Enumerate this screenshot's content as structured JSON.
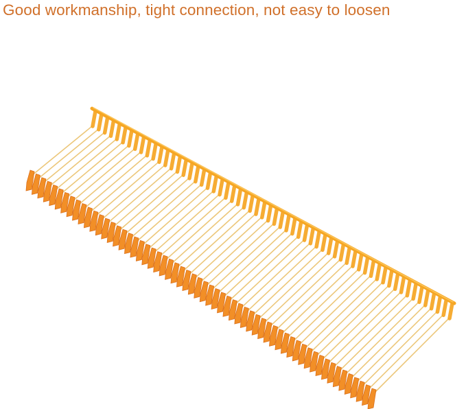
{
  "caption": "Good workmanship, tight connection, not easy to loosen",
  "product": {
    "subject": "plastic tag pins / barbs on a runner strip",
    "pin_count": 60,
    "colors": {
      "caption": "#d0702a",
      "runner": "#f6a623",
      "filament": "#ecc77a",
      "t_end": "#f28a1c",
      "t_end_dark": "#d9680f",
      "background": "#ffffff"
    }
  }
}
